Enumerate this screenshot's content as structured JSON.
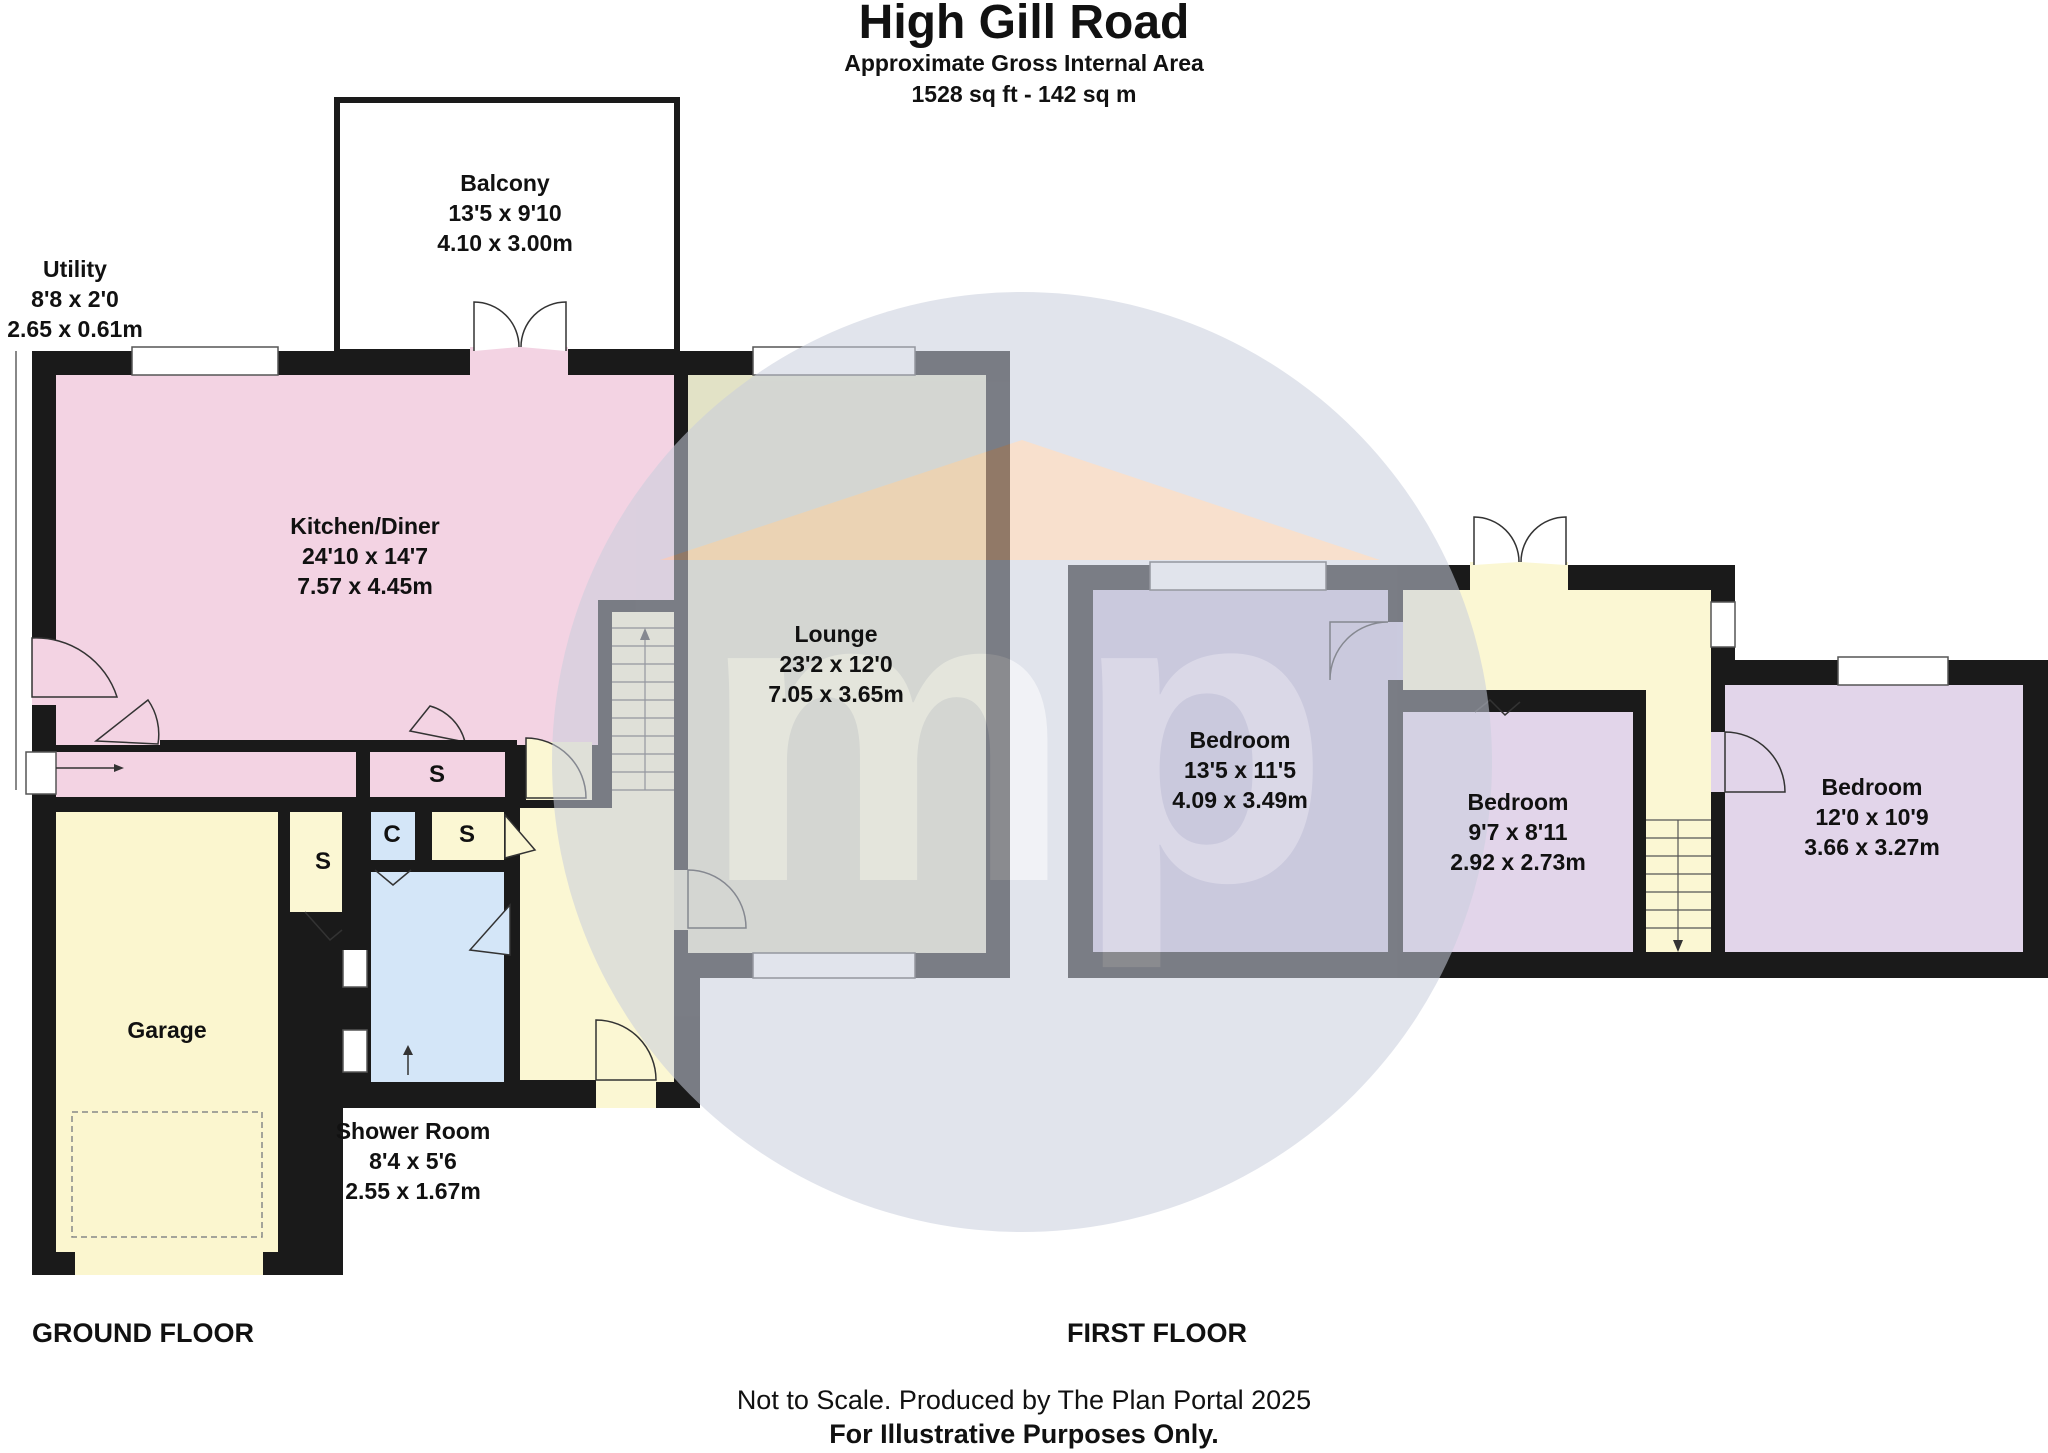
{
  "header": {
    "title": "High Gill Road",
    "area_label": "Approximate Gross Internal Area",
    "area_value": "1528 sq ft - 142 sq m"
  },
  "rooms": {
    "balcony": {
      "name": "Balcony",
      "imperial": "13'5 x 9'10",
      "metric": "4.10 x 3.00m"
    },
    "utility": {
      "name": "Utility",
      "imperial": "8'8 x 2'0",
      "metric": "2.65 x 0.61m"
    },
    "kitchen": {
      "name": "Kitchen/Diner",
      "imperial": "24'10 x 14'7",
      "metric": "7.57 x 4.45m"
    },
    "lounge": {
      "name": "Lounge",
      "imperial": "23'2 x 12'0",
      "metric": "7.05 x 3.65m"
    },
    "garage": {
      "name": "Garage"
    },
    "shower": {
      "name": "Shower Room",
      "imperial": "8'4 x 5'6",
      "metric": "2.55 x 1.67m"
    },
    "bedroom1": {
      "name": "Bedroom",
      "imperial": "13'5 x 11'5",
      "metric": "4.09 x 3.49m"
    },
    "bedroom2": {
      "name": "Bedroom",
      "imperial": "9'7 x 8'11",
      "metric": "2.92 x 2.73m"
    },
    "bedroom3": {
      "name": "Bedroom",
      "imperial": "12'0 x 10'9",
      "metric": "3.66 x 3.27m"
    }
  },
  "storage": {
    "s": "S",
    "c": "C"
  },
  "floors": {
    "ground": "GROUND FLOOR",
    "first": "FIRST FLOOR"
  },
  "footer": {
    "line1": "Not to Scale. Produced by The Plan Portal 2025",
    "line2": "For Illustrative Purposes Only."
  },
  "watermark": {
    "text": "mp"
  },
  "colors": {
    "wall": "#1a1a1a",
    "kitchen": "#f3d3e3",
    "lounge": "#e2e2c6",
    "hall": "#fbf7d3",
    "garage": "#fbf6cf",
    "shower": "#d4e6f8",
    "bedroom": "#e2d5ea",
    "bedroom_dark": "#cdc5df",
    "watermark": "#c9cedd",
    "watermark_roof": "#f3c8a6"
  }
}
